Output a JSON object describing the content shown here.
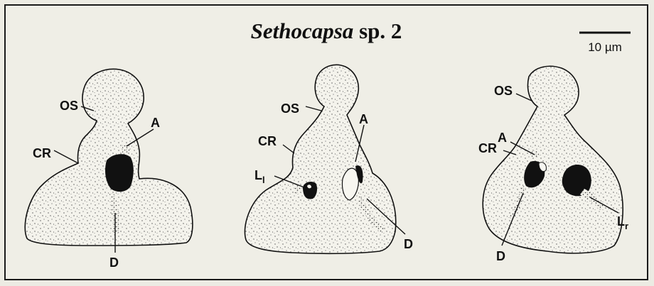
{
  "title": {
    "genus": "Sethocapsa",
    "species": "sp. 2"
  },
  "scale_bar": {
    "label": "10 µm"
  },
  "labels": {
    "os": "OS",
    "a": "A",
    "cr": "CR",
    "d": "D",
    "l": "L",
    "l_sub_left": "l",
    "l_sub_right": "r"
  }
}
